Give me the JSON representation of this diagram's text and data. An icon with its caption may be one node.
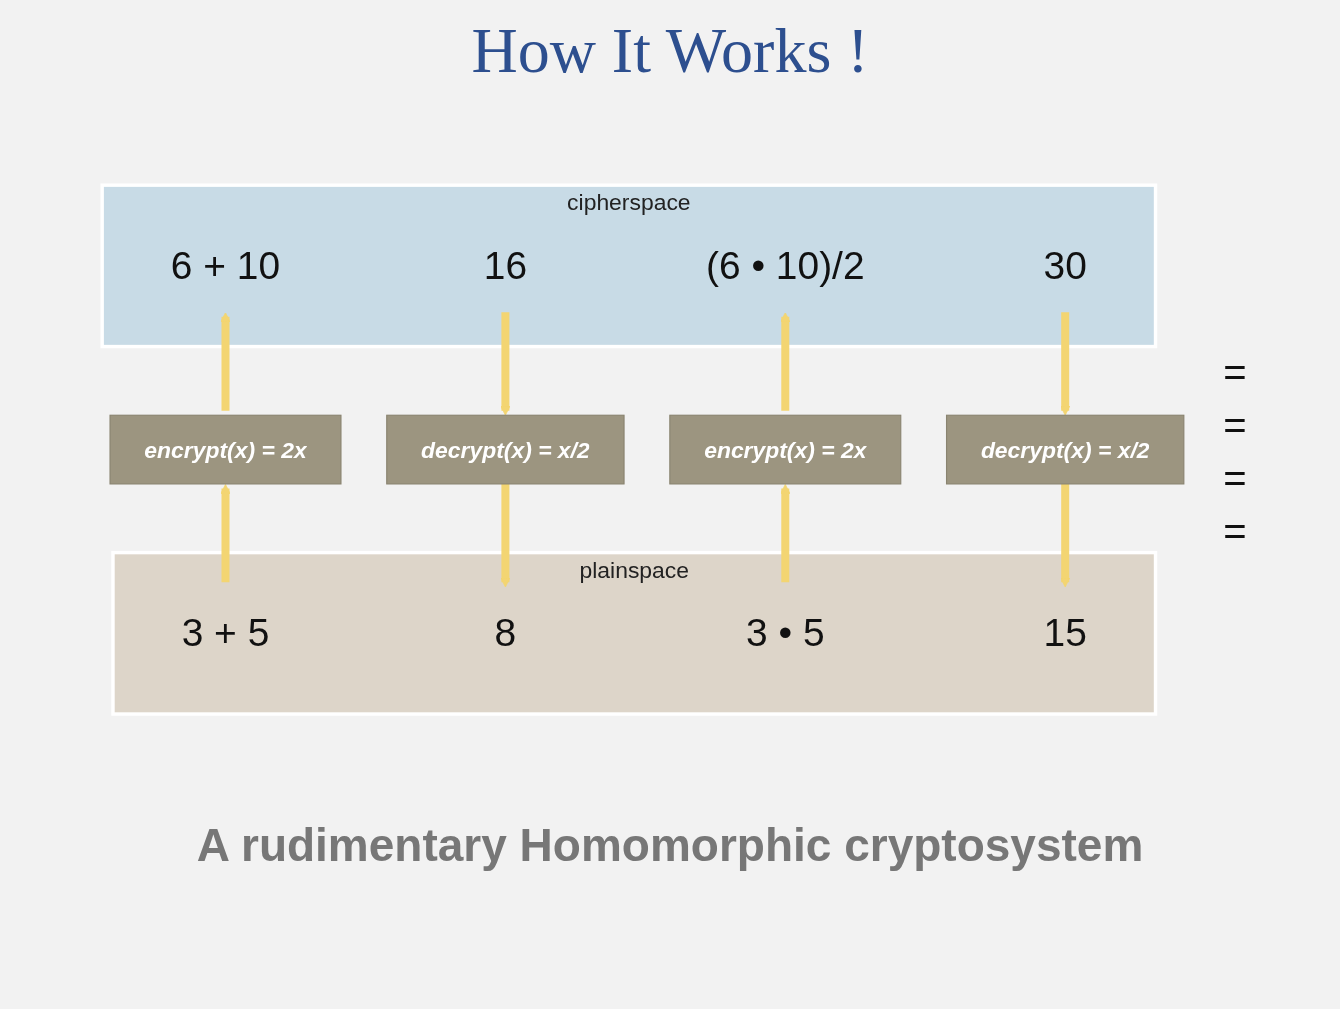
{
  "diagram": {
    "title": "How It Works !",
    "caption": "A rudimentary Homomorphic cryptosystem",
    "nodes": [
      {
        "text": [
          "cipherspace"
        ]
      },
      {
        "text": [
          "6 + 10"
        ],
        "in": 0
      },
      {
        "text": [
          "16"
        ],
        "in": 0
      },
      {
        "text": [
          "(6 • 10)/2"
        ],
        "in": 0
      },
      {
        "text": [
          "30"
        ],
        "in": 0
      },
      {
        "text": [
          "encrypt(x) = 2x"
        ]
      },
      {
        "text": [
          "decrypt(x) = x/2"
        ]
      },
      {
        "text": [
          "encrypt(x) = 2x"
        ]
      },
      {
        "text": [
          "decrypt(x) = x/2"
        ]
      },
      {
        "text": [
          "plainspace"
        ]
      },
      {
        "text": [
          "3 + 5"
        ],
        "in": 9
      },
      {
        "text": [
          "8"
        ],
        "in": 9
      },
      {
        "text": [
          "3 • 5"
        ],
        "in": 9
      },
      {
        "text": [
          "15"
        ],
        "in": 9
      }
    ],
    "edges": [
      {
        "from": 10,
        "to": 5,
        "arrow": "to"
      },
      {
        "from": 5,
        "to": 1,
        "arrow": "to"
      },
      {
        "from": 2,
        "to": 6,
        "arrow": "to"
      },
      {
        "from": 6,
        "to": 11,
        "arrow": "to"
      },
      {
        "from": 12,
        "to": 7,
        "arrow": "to"
      },
      {
        "from": 7,
        "to": 3,
        "arrow": "to"
      },
      {
        "from": 4,
        "to": 8,
        "arrow": "to"
      },
      {
        "from": 8,
        "to": 13,
        "arrow": "to"
      }
    ],
    "labels": [
      "=",
      "=",
      "=",
      "="
    ]
  }
}
